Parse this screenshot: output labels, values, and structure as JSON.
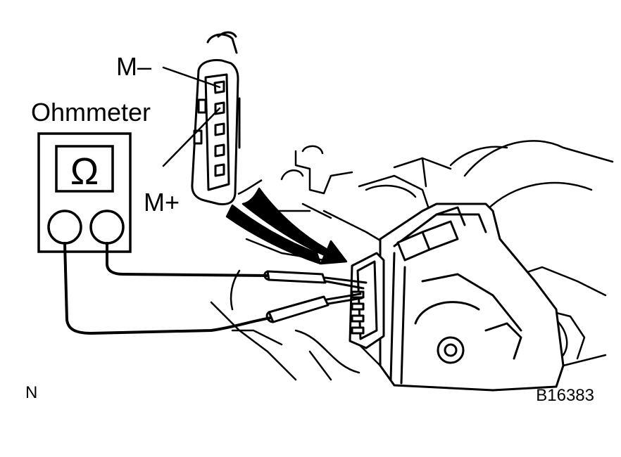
{
  "labels": {
    "meter": "Ohmmeter",
    "omega": "Ω",
    "m_minus": "M–",
    "m_plus": "M+",
    "corner_left": "N",
    "figure_code": "B16383"
  }
}
